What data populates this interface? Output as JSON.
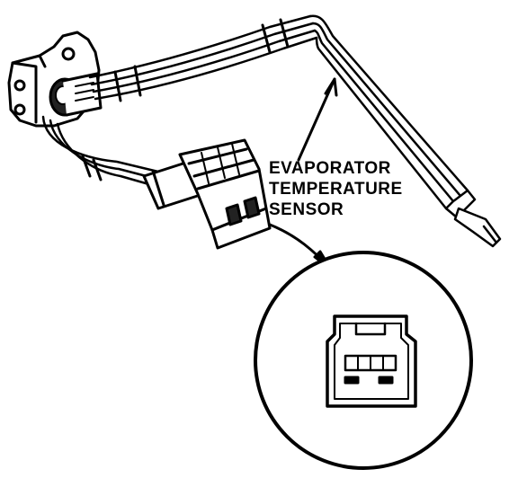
{
  "callout": {
    "line1": "EVAPORATOR",
    "line2": "TEMPERATURE",
    "line3": "SENSOR"
  },
  "colors": {
    "ink": "#000000",
    "paper": "#ffffff"
  }
}
